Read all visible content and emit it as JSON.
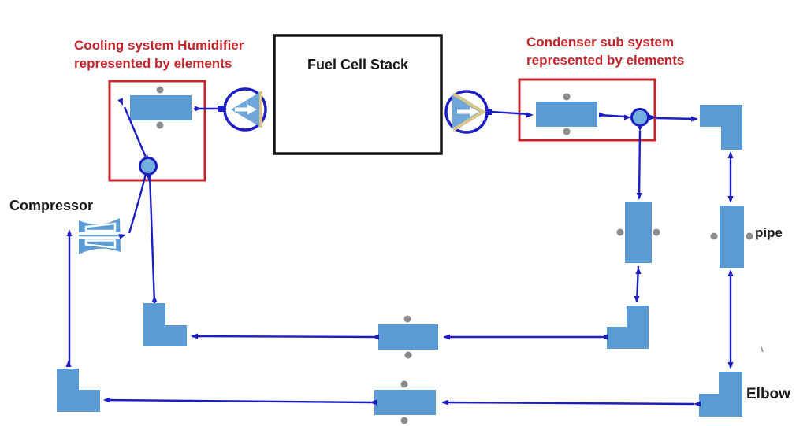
{
  "colors": {
    "element_blue": "#5b9bd5",
    "pump_triangle_blue": "#6fa7da",
    "node_fill": "#72aede",
    "line_blue": "#1d1dc4",
    "annotation_red": "#c5262c",
    "text_black": "#1a1a1a",
    "dot_gray": "#8c8c8c",
    "pump_stripe_tan": "#d9c68c",
    "fuel_cell_border": "#151515",
    "background": "#ffffff"
  },
  "annotations": {
    "cooling_humidifier": {
      "line1": "Cooling system Humidifier",
      "line2": "represented by elements"
    },
    "condenser": {
      "line1": "Condenser sub system",
      "line2": "represented by elements"
    }
  },
  "labels": {
    "fuel_cell_stack": "Fuel Cell Stack",
    "compressor": "Compressor",
    "pipe": "pipe",
    "elbow": "Elbow"
  },
  "icons": {
    "pump": "pump-icon",
    "compressor": "compressor-icon",
    "junction_node": "junction-node-icon",
    "pipe_element": "pipe-element",
    "elbow_element": "elbow-element",
    "flow_arrow": "arrowhead-icon"
  }
}
